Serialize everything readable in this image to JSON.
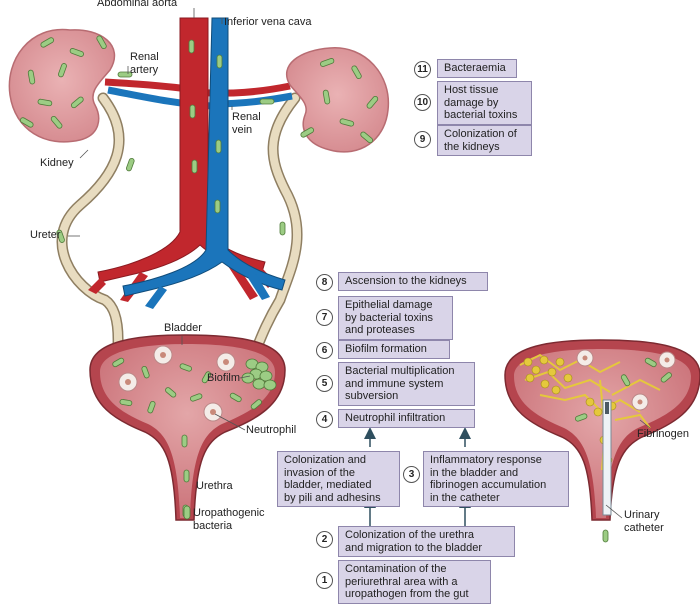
{
  "labels": {
    "aorta": "Abdominal aorta",
    "vena_cava": "Inferior vena cava",
    "renal_artery": "Renal\nartery",
    "renal_vein": "Renal\nvein",
    "kidney": "Kidney",
    "ureter": "Ureter",
    "bladder": "Bladder",
    "biofilm": "Biofilm",
    "neutrophil": "Neutrophil",
    "urethra": "Urethra",
    "uropathogenic_bacteria": "Uropathogenic\nbacteria",
    "fibrinogen": "Fibrinogen",
    "urinary_catheter": "Urinary\ncatheter"
  },
  "steps": [
    {
      "num": "1",
      "text": "Contamination of the\nperiurethral area with a\nuropathogen from the gut"
    },
    {
      "num": "2",
      "text": "Colonization of the urethra\nand migration to the bladder"
    },
    {
      "num": "3",
      "text": "Colonization and\ninvasion of the\nbladder, mediated\nby pili and adhesins"
    },
    {
      "num": "3",
      "text": "Inflammatory response\nin the bladder and\nfibrinogen accumulation\nin the catheter"
    },
    {
      "num": "4",
      "text": "Neutrophil infiltration"
    },
    {
      "num": "5",
      "text": "Bacterial multiplication\nand immune system\nsubversion"
    },
    {
      "num": "6",
      "text": "Biofilm formation"
    },
    {
      "num": "7",
      "text": "Epithelial damage\nby bacterial toxins\nand proteases"
    },
    {
      "num": "8",
      "text": "Ascension to the kidneys"
    },
    {
      "num": "9",
      "text": "Colonization of\nthe kidneys"
    },
    {
      "num": "10",
      "text": "Host tissue\ndamage by\nbacterial toxins"
    },
    {
      "num": "11",
      "text": "Bacteraemia"
    }
  ],
  "colors": {
    "kidney": "#d98e92",
    "artery": "#c1272d",
    "vein": "#1b75bb",
    "ureter": "#e8dcc0",
    "bladder": "#b5454e",
    "bladder_inner": "#d98e92",
    "bacteria": "#9ccc84",
    "step_box": "#d9d4e8",
    "biofilm": "#e5c83c"
  }
}
